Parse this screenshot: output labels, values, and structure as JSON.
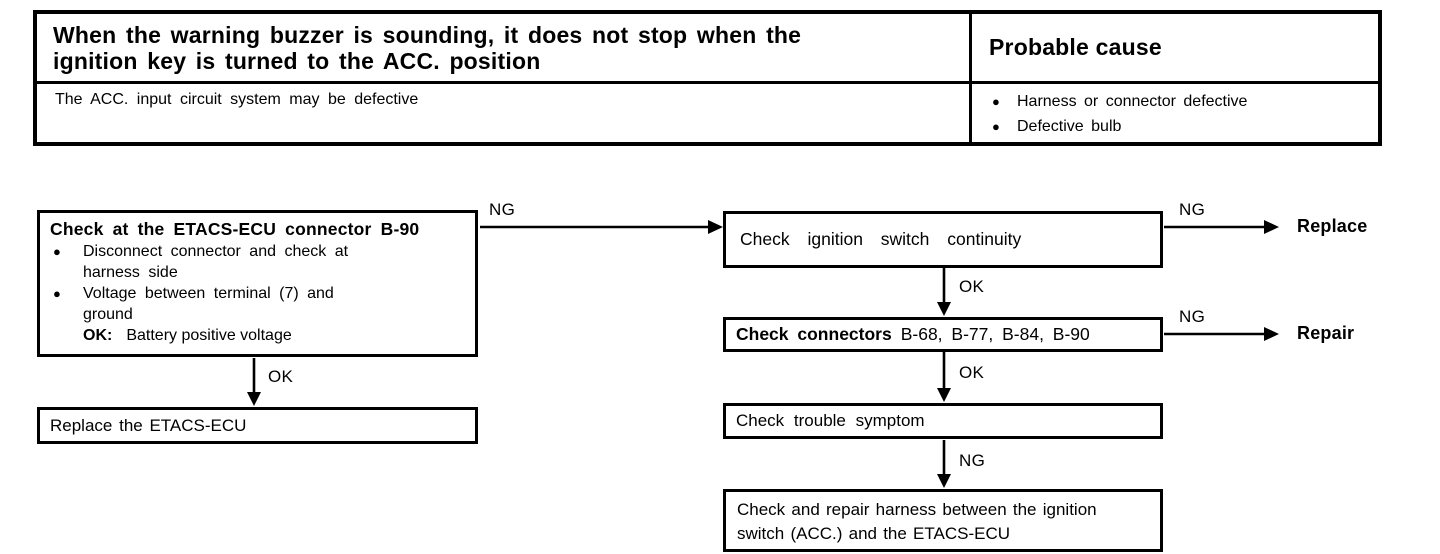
{
  "colors": {
    "ink": "#000000",
    "paper": "#ffffff"
  },
  "symptom_table": {
    "symptom": "When the warning buzzer is sounding, it does not stop when the ignition key is turned to the ACC. position",
    "probable_cause_header": "Probable cause",
    "symptom_detail": "The ACC. input circuit system may be defective",
    "probable_causes": [
      "Harness or connector defective",
      "Defective bulb"
    ]
  },
  "flowchart": {
    "check_ecu_box": {
      "title": "Check at the ETACS-ECU connector B-90",
      "bullets": [
        "Disconnect connector and check at harness side",
        "Voltage between terminal (7) and ground"
      ],
      "ok_prefix": "OK:",
      "ok_value": "Battery positive voltage"
    },
    "replace_ecu_box": "Replace the ETACS-ECU",
    "ignition_switch_box": "Check ignition switch continuity",
    "connectors_box": {
      "bold": "Check connectors",
      "rest": "B-68, B-77, B-84, B-90"
    },
    "trouble_symptom_box": "Check trouble symptom",
    "harness_box": "Check and repair harness between the ignition switch (ACC.) and the ETACS-ECU",
    "edges": {
      "ecu_ng": "NG",
      "ecu_ok": "OK",
      "ignition_ng": "NG",
      "ignition_ok": "OK",
      "connectors_ng": "NG",
      "connectors_ok": "OK",
      "symptom_ng": "NG"
    },
    "terminals": {
      "replace": "Replace",
      "repair": "Repair"
    }
  }
}
